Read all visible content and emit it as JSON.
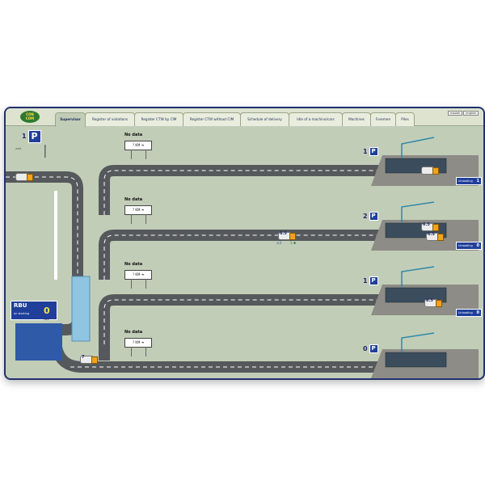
{
  "app": {
    "logo": "CON\nCOM",
    "lang": [
      "russian",
      "english"
    ]
  },
  "tabs": [
    {
      "label": "Supervisor",
      "active": true
    },
    {
      "label": "Register of violations",
      "active": false
    },
    {
      "label": "Register CTW by CIM",
      "active": false
    },
    {
      "label": "Register CTW without CIM",
      "active": false
    },
    {
      "label": "Schedule of delivery",
      "active": false
    },
    {
      "label": "Idle of a machine/cars",
      "active": false
    },
    {
      "label": "Machines",
      "active": false
    },
    {
      "label": "Foremen",
      "active": false
    },
    {
      "label": "Piles",
      "active": false
    }
  ],
  "parking": {
    "count": "1",
    "label": "P",
    "sub": "wait"
  },
  "plant": {
    "name": "RBU",
    "status": "on starting",
    "count": "0",
    "unit": "cars"
  },
  "routes": [
    {
      "status": "No data",
      "distance": "? KM",
      "site_count": "1",
      "unloading_label": "Unloading",
      "unloading_count": "1"
    },
    {
      "status": "No data",
      "distance": "? KM",
      "site_count": "2",
      "unloading_label": "Unloading",
      "unloading_count": "0"
    },
    {
      "status": "No data",
      "distance": "? KM",
      "site_count": "1",
      "unloading_label": "Unloading",
      "unloading_count": "0"
    },
    {
      "status": "No data",
      "distance": "? KM",
      "site_count": "0",
      "unloading_label": "",
      "unloading_count": ""
    }
  ],
  "trucks": {
    "route2_moving": {
      "load": "6.5",
      "meta_left": "⊙3",
      "meta_right": "1 ✱"
    },
    "site2_a": {
      "load": "6.5"
    },
    "site2_b": {
      "load": "6.5"
    },
    "site3_a": {
      "load": "8.5"
    },
    "plant_out": {
      "load": "7"
    }
  },
  "colors": {
    "background": "#c2cdb8",
    "road": "#55595c",
    "accent": "#1f3f9a",
    "truck_cab": "#f3a21c",
    "frame": "#22306e"
  }
}
